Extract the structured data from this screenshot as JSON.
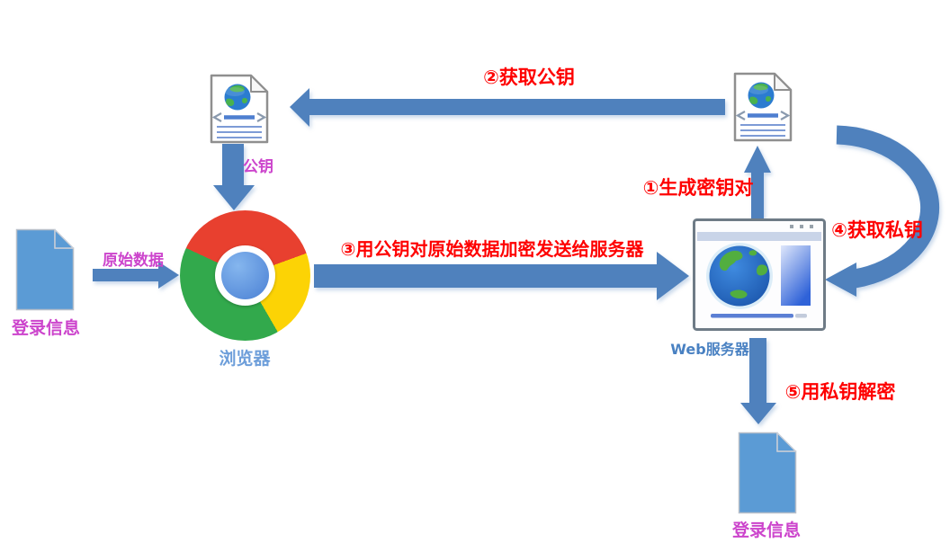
{
  "diagram": {
    "title_hint": "HTTPS public key encryption flow",
    "colors": {
      "arrow_blue": "#4f81bd",
      "step_red": "#fe0000",
      "data_magenta": "#cc44cc",
      "doc_blue": "#5b9bd5",
      "browser_label_blue": "#6d9eda",
      "server_label_blue": "#4981c2"
    },
    "nodes": {
      "browser": {
        "label": "浏览器"
      },
      "server": {
        "label": "Web服务器"
      },
      "login_doc_left": {
        "label": "登录信息"
      },
      "login_doc_bottom": {
        "label": "登录信息"
      }
    },
    "edges": {
      "step1": {
        "label": "①生成密钥对"
      },
      "step2": {
        "label": "②获取公钥"
      },
      "step3": {
        "label": "③用公钥对原始数据加密发送给服务器"
      },
      "step4": {
        "label": "④获取私钥"
      },
      "step5": {
        "label": "⑤用私钥解密"
      },
      "public_key": {
        "label": "公钥"
      },
      "raw_data": {
        "label": "原始数据"
      }
    },
    "icons": {
      "cert_left": "certificate-page-icon",
      "cert_right": "certificate-page-icon",
      "browser": "chrome-logo-icon",
      "server": "browser-window-globe-icon",
      "doc_left": "blue-document-icon",
      "doc_bottom": "blue-document-icon"
    }
  }
}
